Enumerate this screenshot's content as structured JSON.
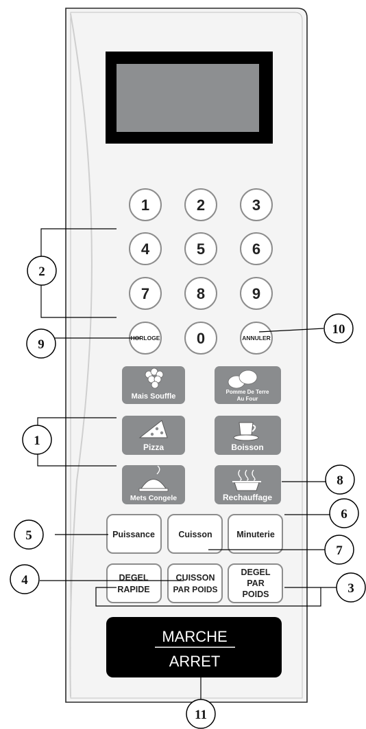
{
  "keypad": {
    "digits": [
      "1",
      "2",
      "3",
      "4",
      "5",
      "6",
      "7",
      "8",
      "9",
      "0"
    ],
    "clock_label": "HORLOGE",
    "cancel_label": "ANNULER"
  },
  "food_buttons": {
    "popcorn": "Mais Souffle",
    "potato_line1": "Pomme De Terre",
    "potato_line2": "Au Four",
    "pizza": "Pizza",
    "beverage": "Boisson",
    "frozen": "Mets Congele",
    "reheat": "Rechauffage"
  },
  "function_buttons": {
    "power": "Puissance",
    "cook": "Cuisson",
    "timer": "Minuterie",
    "quick_defrost_line1": "DEGEL",
    "quick_defrost_line2": "RAPIDE",
    "weight_cook_line1": "CUISSON",
    "weight_cook_line2": "PAR POIDS",
    "weight_defrost_line1": "DEGEL",
    "weight_defrost_line2": "PAR",
    "weight_defrost_line3": "POIDS"
  },
  "start_stop": {
    "line1": "MARCHE",
    "line2": "ARRET"
  },
  "callouts": {
    "c1": "1",
    "c2": "2",
    "c3": "3",
    "c4": "4",
    "c5": "5",
    "c6": "6",
    "c7": "7",
    "c8": "8",
    "c9": "9",
    "c10": "10",
    "c11": "11"
  },
  "colors": {
    "panel_bg": "#f4f4f4",
    "food_button": "#8a8c8e",
    "display_frame": "#000000",
    "display_screen": "#8d8f91",
    "start_button": "#000000"
  }
}
